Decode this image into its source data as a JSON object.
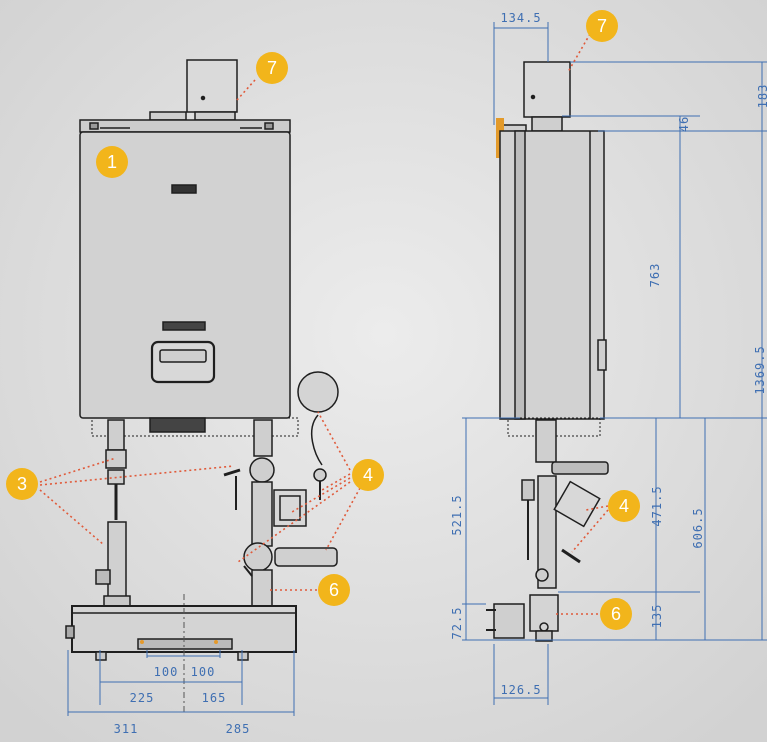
{
  "callouts": {
    "c1": "1",
    "c3": "3",
    "c4a": "4",
    "c4b": "4",
    "c6a": "6",
    "c6b": "6",
    "c7a": "7",
    "c7b": "7"
  },
  "dimensions": {
    "front_bottom": [
      "100",
      "100",
      "225",
      "165",
      "311",
      "285"
    ],
    "side_top": "134.5",
    "side_46": "46",
    "side_183": "183",
    "side_763": "763",
    "side_1369": "1369.5",
    "side_521": "521.5",
    "side_471": "471.5",
    "side_606": "606.5",
    "side_135": "135",
    "side_72": "72.5",
    "side_126": "126.5"
  },
  "colors": {
    "background": "#dedede",
    "badge": "#f2b51b",
    "leader": "#e05a3a",
    "dimension": "#3f6fb2",
    "outline": "#1f1f1f"
  }
}
